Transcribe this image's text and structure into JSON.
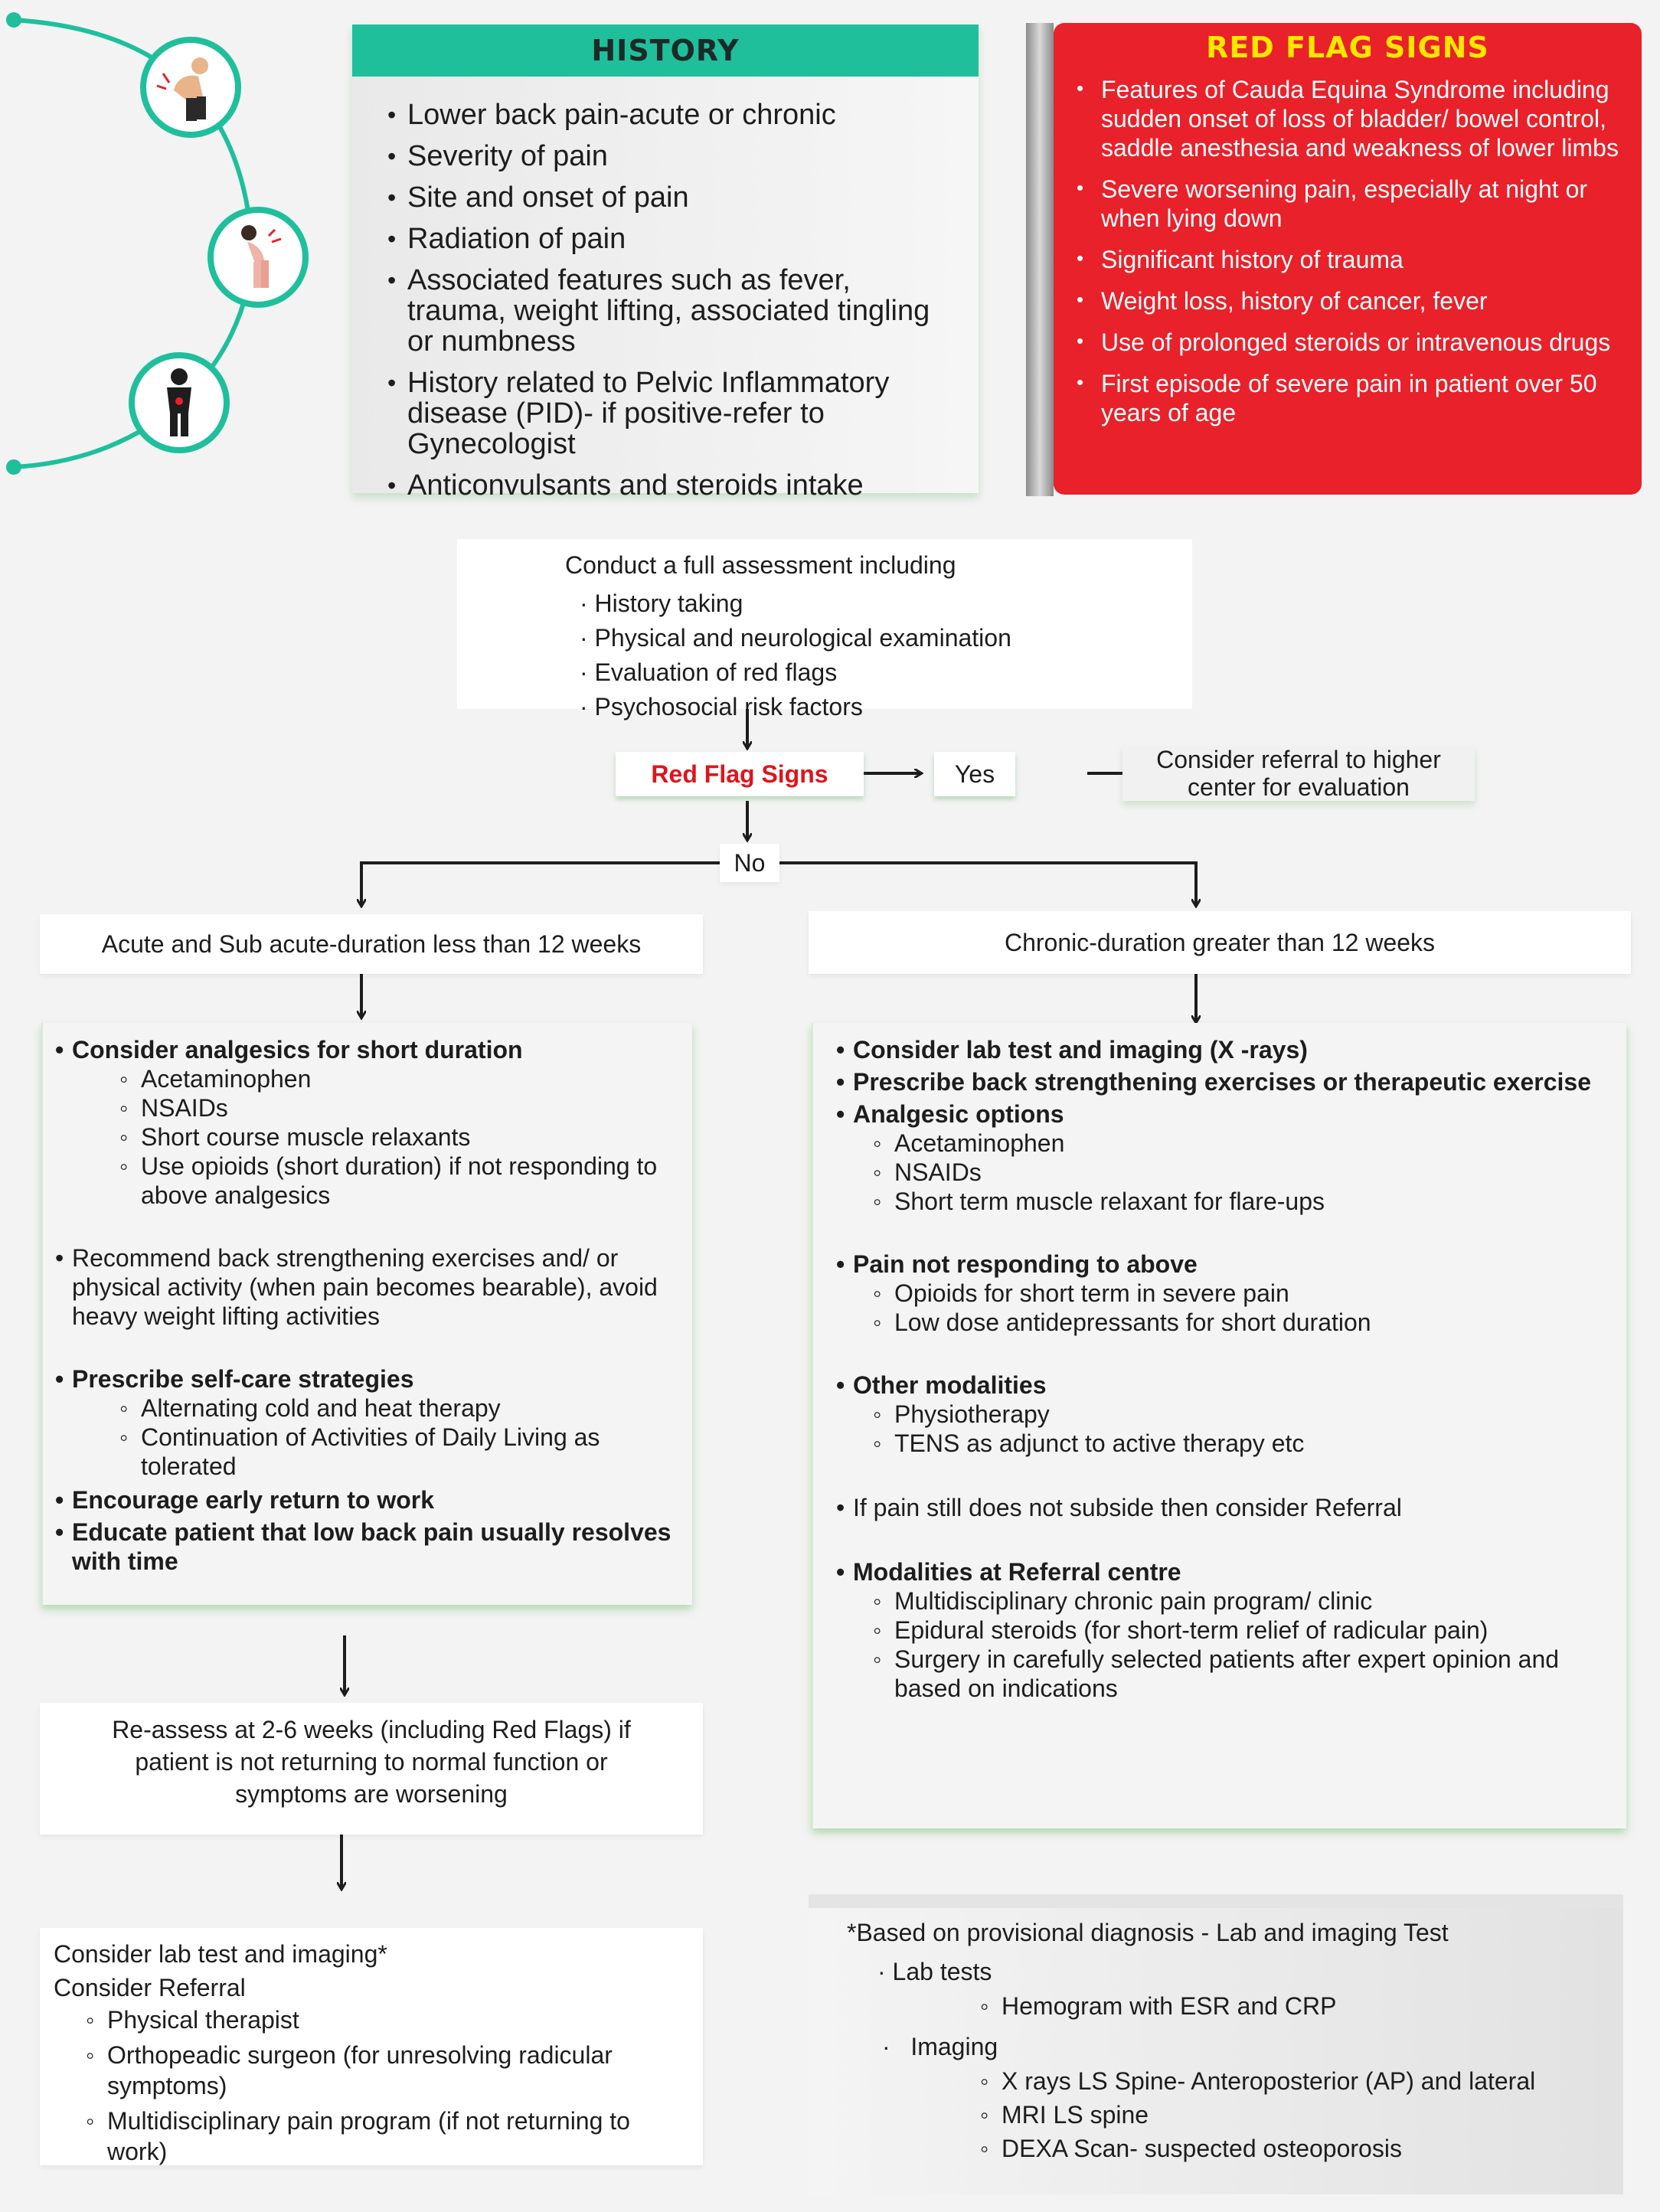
{
  "history": {
    "title": "HISTORY",
    "items": [
      "Lower back pain-acute or chronic",
      "Severity of pain",
      "Site and onset of pain",
      "Radiation of pain",
      "Associated features such as fever, trauma, weight lifting, associated tingling or numbness",
      "History related to Pelvic Inflammatory disease (PID)- if positive-refer to Gynecologist",
      "Anticonvulsants and steroids intake"
    ]
  },
  "red_flags": {
    "title": "RED FLAG SIGNS",
    "items": [
      "Features of Cauda Equina Syndrome including sudden onset of loss of bladder/ bowel control, saddle anesthesia and weakness of lower limbs",
      "Severe worsening pain, especially at night or when lying down",
      "Significant history of trauma",
      "Weight loss, history of cancer, fever",
      "Use of prolonged steroids or intravenous drugs",
      "First episode of severe pain in patient over 50 years of age"
    ]
  },
  "assessment": {
    "title": "Conduct a full assessment including",
    "items": [
      "History taking",
      "Physical and neurological examination",
      "Evaluation of red flags",
      "Psychosocial risk factors"
    ]
  },
  "decision": {
    "red_flag_label": "Red Flag Signs",
    "yes_label": "Yes",
    "no_label": "No",
    "yes_outcome": "Consider referral to higher center for evaluation"
  },
  "acute": {
    "heading": "Acute and Sub acute-duration less than 12 weeks",
    "analgesics_title": "Consider analgesics for short duration",
    "analgesics": [
      "Acetaminophen",
      "NSAIDs",
      "Short course muscle relaxants",
      "Use opioids (short duration) if not responding to above analgesics"
    ],
    "exercise": "Recommend back strengthening exercises and/ or physical activity (when pain becomes bearable), avoid heavy weight lifting activities",
    "selfcare_title": "Prescribe self-care strategies",
    "selfcare": [
      "Alternating cold and heat therapy",
      "Continuation of Activities of Daily Living as tolerated"
    ],
    "return_work": "Encourage early return to work",
    "educate": "Educate patient that low back pain usually resolves with time",
    "reassess": "Re-assess at 2-6 weeks (including Red Flags) if patient is not returning to normal function or symptoms are worsening",
    "final_title1": "Consider lab test and imaging*",
    "final_title2": "Consider Referral",
    "referrals": [
      "Physical therapist",
      "Orthopeadic surgeon (for unresolving radicular symptoms)",
      "Multidisciplinary pain program (if not returning to work)"
    ]
  },
  "chronic": {
    "heading": "Chronic-duration greater than 12 weeks",
    "lab": "Consider lab test and imaging (X -rays)",
    "exercise": "Prescribe back strengthening exercises or therapeutic exercise",
    "analgesic_title": "Analgesic options",
    "analgesics": [
      "Acetaminophen",
      "NSAIDs",
      "Short term muscle relaxant for flare-ups"
    ],
    "not_responding_title": "Pain not responding to above",
    "not_responding": [
      "Opioids for short term in severe pain",
      "Low dose antidepressants for short duration"
    ],
    "other_title": "Other modalities",
    "other": [
      "Physiotherapy",
      "TENS as adjunct to active therapy etc"
    ],
    "still_pain": "If pain still does not subside then consider Referral",
    "referral_title": "Modalities at Referral centre",
    "referral_items": [
      "Multidisciplinary chronic pain program/ clinic",
      "Epidural steroids (for short-term relief of radicular pain)",
      "Surgery in carefully selected patients after expert opinion and based on indications"
    ]
  },
  "footnote": {
    "title": "*Based on provisional diagnosis - Lab and imaging Test",
    "lab_label": "Lab tests",
    "lab_items": [
      "Hemogram with ESR and CRP"
    ],
    "imaging_label": "Imaging",
    "imaging_items": [
      "X rays LS Spine- Anteroposterior (AP) and lateral",
      "MRI LS spine",
      "DEXA Scan- suspected osteoporosis"
    ]
  },
  "colors": {
    "teal": "#1fbf9c",
    "red": "#e8212a",
    "flag_title": "#ffe600",
    "red_text": "#e0141c"
  },
  "icons": [
    "back-pain-icon",
    "bending-pain-icon",
    "abdominal-pain-icon"
  ]
}
